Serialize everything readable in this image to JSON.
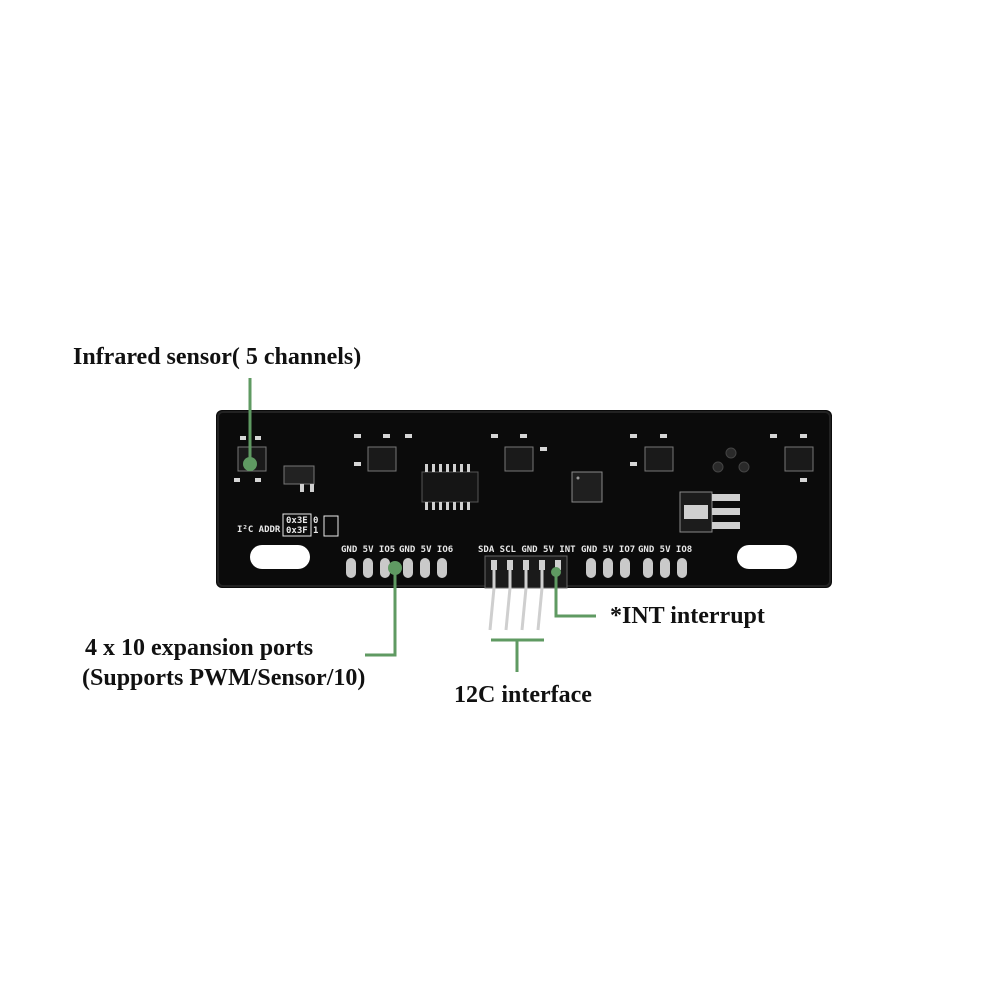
{
  "colors": {
    "pcb": "#0b0b0b",
    "silkscreen": "#e8e8e8",
    "leader": "#5f9a62",
    "pad": "#c9c9c9"
  },
  "callouts": {
    "infrared": "Infrared sensor( 5 channels)",
    "expansion_line1": "4 x 10 expansion ports",
    "expansion_line2": "(Supports PWM/Sensor/10)",
    "i2c": "12C interface",
    "int": "*INT interrupt"
  },
  "board": {
    "addr_label": "I²C ADDR",
    "addr_values": [
      "0x3E",
      "0x3F"
    ],
    "addr_bits": [
      "0",
      "1"
    ],
    "header_labels": [
      "GND 5V IO5",
      "GND 5V IO6",
      "SDA SCL GND 5V INT",
      "GND 5V IO7",
      "GND 5V IO8"
    ]
  }
}
